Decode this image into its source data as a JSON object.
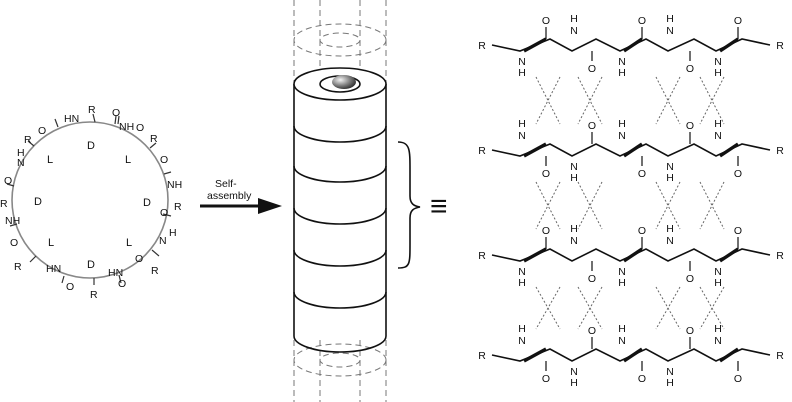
{
  "ring": {
    "atoms": [
      {
        "t": "HN"
      },
      {
        "t": "O"
      },
      {
        "t": "R"
      },
      {
        "t": "O"
      },
      {
        "t": "NH"
      },
      {
        "t": "R"
      },
      {
        "t": "O"
      },
      {
        "t": "NH"
      },
      {
        "t": "R"
      },
      {
        "t": "O"
      },
      {
        "t": "N"
      },
      {
        "t": "H"
      },
      {
        "t": "O"
      },
      {
        "t": "R"
      },
      {
        "t": "HN"
      },
      {
        "t": "O"
      },
      {
        "t": "R"
      },
      {
        "t": "O"
      },
      {
        "t": "R"
      },
      {
        "t": "O"
      },
      {
        "t": "HN"
      },
      {
        "t": "R"
      },
      {
        "t": "O"
      },
      {
        "t": "N"
      },
      {
        "t": "H"
      },
      {
        "t": "R"
      },
      {
        "t": "O"
      },
      {
        "t": "NH"
      }
    ],
    "chirality": [
      {
        "t": "D"
      },
      {
        "t": "L"
      },
      {
        "t": "L"
      },
      {
        "t": "D"
      },
      {
        "t": "D"
      },
      {
        "t": "L"
      },
      {
        "t": "L"
      },
      {
        "t": "D"
      }
    ]
  },
  "arrow": {
    "line1": "Self-",
    "line2": "assembly"
  },
  "equiv_symbol": "≡",
  "sheet": {
    "r_label": "R",
    "o_label": "O",
    "n_label": "N",
    "h_label": "H"
  },
  "colors": {
    "ink": "#111111",
    "hbond": "#666666",
    "ring": "#888888",
    "sphere": "#6e6e6e"
  }
}
